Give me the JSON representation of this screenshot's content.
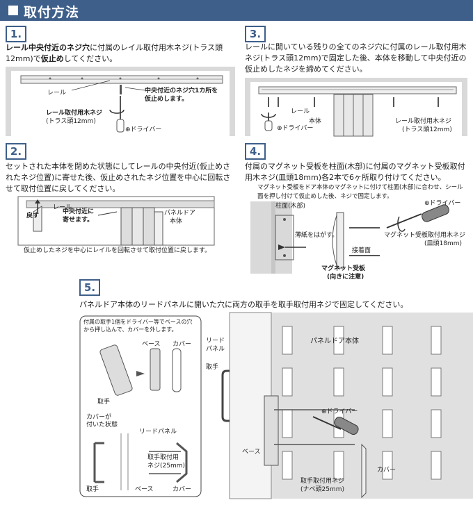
{
  "header": {
    "title": "取付方法"
  },
  "steps": {
    "s1": {
      "number": "1.",
      "text_bold1": "レール中央付近のネジ穴",
      "text_mid": "に付属のレイル取付用木ネジ(トラス頭12mm)で",
      "text_bold2": "仮止め",
      "text_end": "してください。",
      "labels": {
        "rail": "レール",
        "callout_line1": "中央付近のネジ穴1カ所を",
        "callout_line2": "仮止めします。",
        "screw_line1": "レール取付用木ネジ",
        "screw_line2": "(トラス頭12mm)",
        "driver": "⊕ドライバー"
      }
    },
    "s2": {
      "number": "2.",
      "text": "セットされた本体を閉めた状態にしてレールの中央付近(仮止めされたネジ位置)に寄せた後、仮止めされたネジ位置を中心に回転させて取付位置に戻してください。",
      "labels": {
        "return": "戻す",
        "rail": "レール",
        "callout_line1": "中央付近に",
        "callout_line2": "寄せます。",
        "door_line1": "パネルドア",
        "door_line2": "本体"
      },
      "caption": "仮止めしたネジを中心にレイルを回転させて取付位置に戻します。"
    },
    "s3": {
      "number": "3.",
      "text": "レールに開いている残りの全てのネジ穴に付属のレール取付用木ネジ(トラス頭12mm)で固定した後、本体を移動して中央付近の仮止めしたネジを締めてください。",
      "labels": {
        "rail": "レール",
        "body": "本体",
        "screw_line1": "レール取付用木ネジ",
        "screw_line2": "(トラス頭12mm)",
        "driver": "⊕ドライバー"
      }
    },
    "s4": {
      "number": "4.",
      "text": "付属のマグネット受板を柱面(木部)に付属のマグネット受板取付用木ネジ(皿頭18mm)各2本で6ヶ所取り付けてください。",
      "note": "マグネット受板をドア本体のマグネットに付けて柱面(木部)に合わせ、シール面を押し付けて仮止めした後、ネジで固定します。",
      "labels": {
        "pillar": "柱面(木部)",
        "peel": "薄紙をはがす。",
        "contact": "接着面",
        "plate_line1": "マグネット受板",
        "plate_line2": "(向きに注意)",
        "driver": "⊕ドライバー",
        "screw_line1": "マグネット受板取付用木ネジ",
        "screw_line2": "(皿頭18mm)"
      }
    },
    "s5": {
      "number": "5.",
      "text": "パネルドア本体のリードパネルに開いた穴に両方の取手を取手取付用ネジで固定してください。",
      "inset": {
        "note": "付属の取手1個をドライバー等でベースの穴から押し込んで、カバーを外します。",
        "base": "ベース",
        "cover": "カバー",
        "handle": "取手",
        "attached_line1": "カバーが",
        "attached_line2": "付いた状態",
        "lead_panel": "リードパネル",
        "screw_line1": "取手取付用",
        "screw_line2": "ネジ(25mm)",
        "handle_bottom": "取手",
        "base_bottom": "ベース",
        "cover_bottom": "カバー"
      },
      "main": {
        "lead_line1": "リード",
        "lead_line2": "パネル",
        "door_body": "パネルドア本体",
        "handle": "取手",
        "driver": "⊕ドライバー",
        "base": "ベース",
        "cover": "カバー",
        "screw_line1": "取手取付用ネジ",
        "screw_line2": "(ナベ頭25mm)"
      }
    }
  },
  "colors": {
    "header_bg": "#3e5f8a",
    "step_border": "#3e5f8a"
  }
}
